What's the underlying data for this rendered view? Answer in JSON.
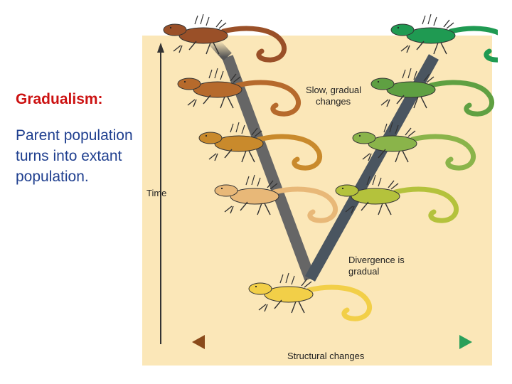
{
  "slide": {
    "title": "Gradualism:",
    "body": "Parent population turns into extant population."
  },
  "figure": {
    "background_color": "#fbe7b8",
    "time_label": "Time",
    "slow_label_line1": "Slow, gradual",
    "slow_label_line2": "changes",
    "divergence_label_line1": "Divergence is",
    "divergence_label_line2": "gradual",
    "structural_label": "Structural changes",
    "arrow_colors": {
      "left": "#8a4a1a",
      "right": "#2aa05a"
    },
    "lizards": {
      "ancestor": {
        "name": "ancestor-lizard",
        "color": "#f2cf48"
      },
      "left_branch": [
        {
          "name": "left-lizard-1",
          "color": "#e8b878"
        },
        {
          "name": "left-lizard-2",
          "color": "#c98a2c"
        },
        {
          "name": "left-lizard-3",
          "color": "#b66a2c"
        },
        {
          "name": "left-lizard-4",
          "color": "#9a5028"
        }
      ],
      "right_branch": [
        {
          "name": "right-lizard-1",
          "color": "#b4c23c"
        },
        {
          "name": "right-lizard-2",
          "color": "#8ab44a"
        },
        {
          "name": "right-lizard-3",
          "color": "#5fa042"
        },
        {
          "name": "right-lizard-4",
          "color": "#1f9a52"
        }
      ]
    }
  }
}
